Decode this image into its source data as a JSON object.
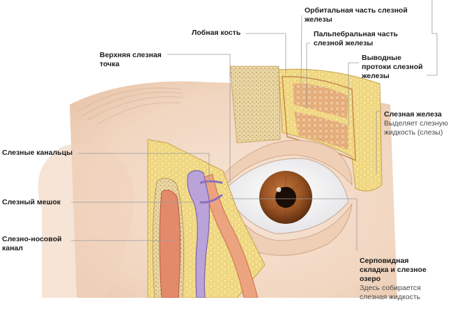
{
  "labels": {
    "orbital": "Орбитальная часть слезной\nжелезы",
    "frontal_bone": "Лобная кость",
    "palpebral": "Пальпебральная часть\nслезной железы",
    "upper_punctum": "Верхняя слезная\nточка",
    "ducts": "Выводные\nпротоки слезной\nжелезы",
    "gland_title": "Слезная железа",
    "gland_desc": "Выделяет слезную\nжидкость (слезы)",
    "canaliculi": "Слезные канальцы",
    "sac": "Слезный мешок",
    "nasolacrimal": "Слезно-носовой\nканал",
    "lake_title": "Серповидная\nскладка и слезное\nозеро",
    "lake_desc": "Здесь собирается\nслезная жидкость"
  },
  "colors": {
    "skin": "#f3dcc8",
    "fat": "#f1d67a",
    "gland": "#e9b98a",
    "iris": "#8b4a1e",
    "sac": "#b9a3d8",
    "mucosa": "#e58b6a",
    "leader": "#9a9a9a"
  }
}
